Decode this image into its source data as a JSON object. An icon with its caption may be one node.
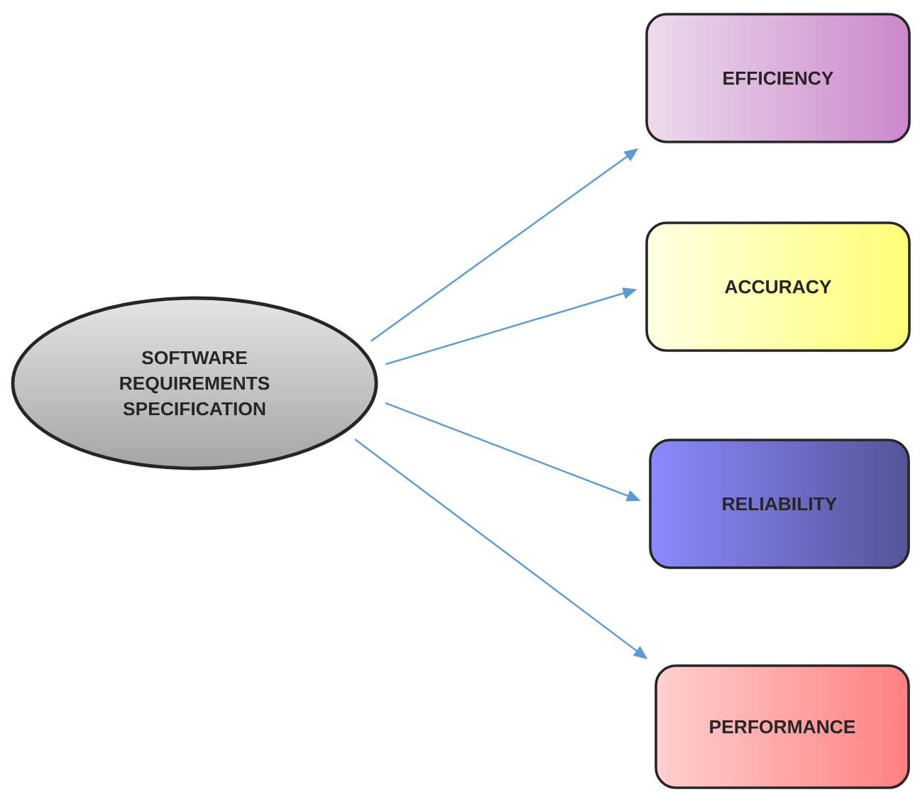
{
  "diagram": {
    "nodes": [
      {
        "text": [
          "SOFTWARE REQUIREMENTS SPECIFICATION"
        ]
      },
      {
        "text": [
          "EFFICIENCY"
        ]
      },
      {
        "text": [
          "ACCURACY"
        ]
      },
      {
        "text": [
          "RELIABILITY"
        ]
      },
      {
        "text": [
          "PERFORMANCE"
        ]
      }
    ],
    "edges": [
      {
        "from": 0,
        "to": 1,
        "arrow": "to"
      },
      {
        "from": 0,
        "to": 2,
        "arrow": "to"
      },
      {
        "from": 0,
        "to": 3,
        "arrow": "to"
      },
      {
        "from": 0,
        "to": 4,
        "arrow": "to"
      }
    ]
  }
}
